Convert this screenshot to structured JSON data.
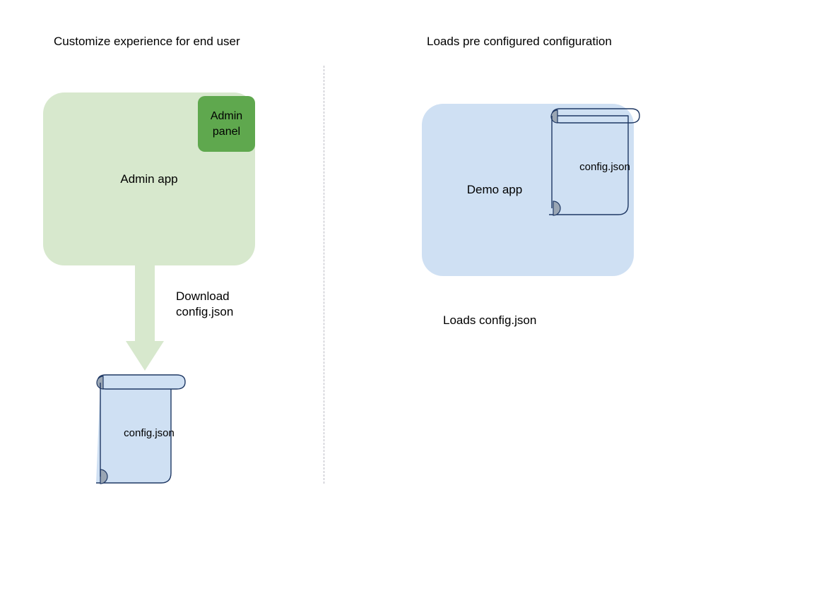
{
  "diagram": {
    "title_left": "Customize experience for end user",
    "title_right": "Loads pre configured configuration",
    "left_panel": {
      "app_box_label": "Admin app",
      "admin_panel_label": "Admin\npanel",
      "arrow_label": "Download\nconfig.json",
      "document_label": "config.json",
      "colors": {
        "app_box_fill": "#d7e8cd",
        "admin_panel_fill": "#5fa84e",
        "arrow_fill": "#d7e8cd",
        "document_fill": "#cfe0f3",
        "document_stroke": "#1f3864",
        "document_curl_fill": "#9aa6b4"
      }
    },
    "right_panel": {
      "app_box_label": "Demo app",
      "document_label": "config.json",
      "caption": "Loads config.json",
      "colors": {
        "app_box_fill": "#cfe0f3",
        "document_stroke": "#1f3864",
        "document_curl_fill": "#9aa6b4"
      }
    },
    "divider": {
      "style": "dashed",
      "color": "#b9b9c2"
    },
    "icons": {
      "arrow": "down-arrow-icon",
      "document": "scroll-document-icon"
    }
  }
}
